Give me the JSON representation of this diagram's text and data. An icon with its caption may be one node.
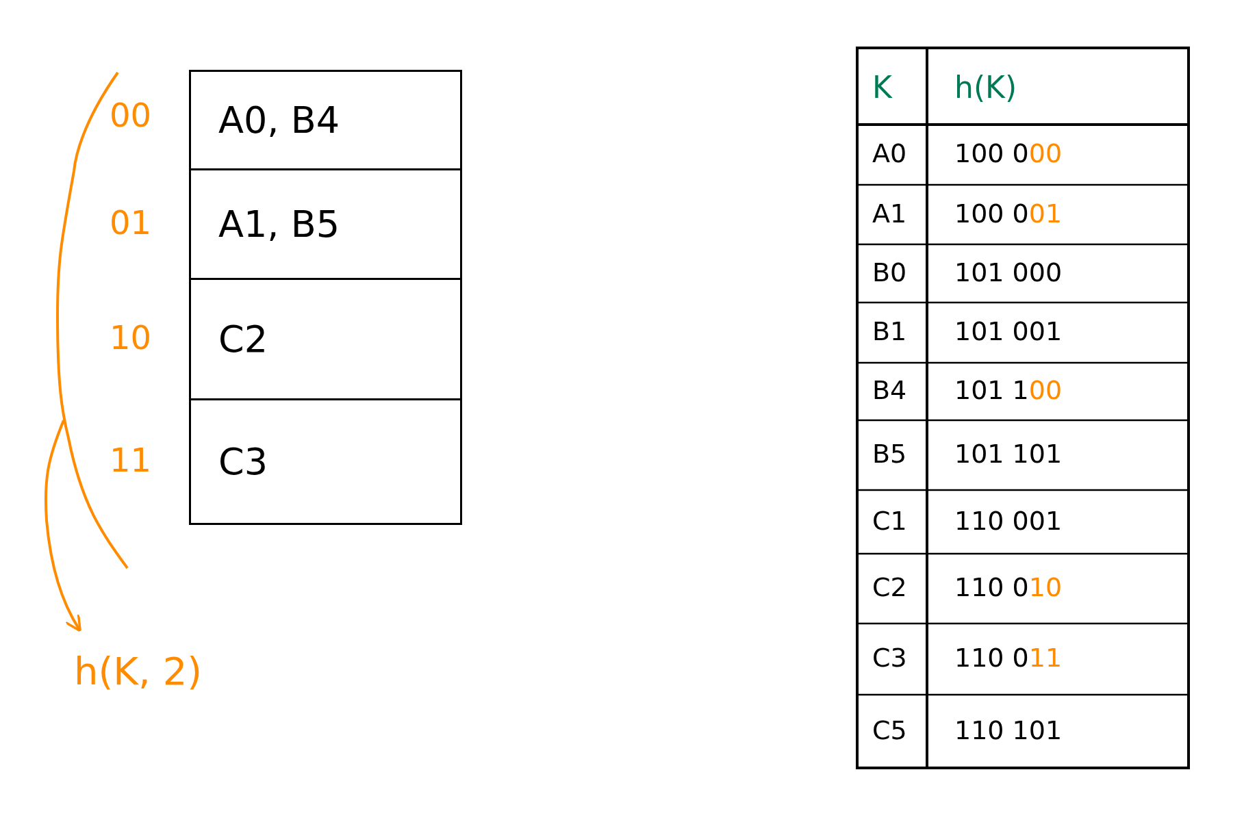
{
  "diagram": {
    "nodes": [
      {
        "text": [
          "A0, B4"
        ]
      },
      {
        "text": [
          "A1, B5"
        ]
      },
      {
        "text": [
          "C2"
        ]
      },
      {
        "text": [
          "C3"
        ]
      },
      {
        "text": [
          "h(K, 2)"
        ]
      }
    ],
    "edges": [
      {
        "from": null,
        "to": 4,
        "arrow": "to",
        "color": "#ff8c00"
      }
    ],
    "labels": [
      "00",
      "01",
      "10",
      "11",
      "K",
      "h(K)",
      "A0",
      "100 000",
      "A1",
      "100 001",
      "B0",
      "101 000",
      "B1",
      "101 001",
      "B4",
      "101 100",
      "B5",
      "101 101",
      "C1",
      "110 001",
      "C2",
      "110 010",
      "C3",
      "110 011",
      "C5",
      "110 101"
    ]
  }
}
